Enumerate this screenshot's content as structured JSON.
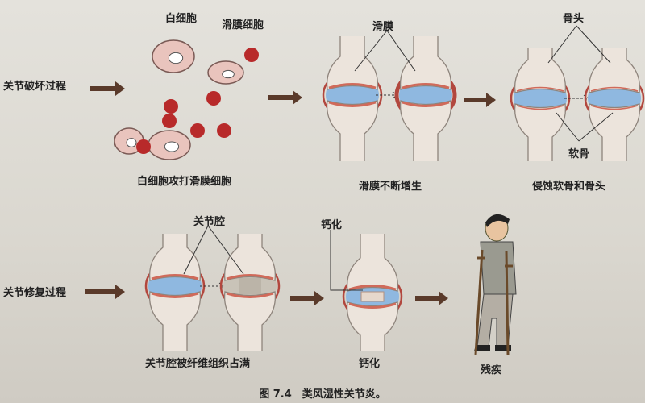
{
  "row1": {
    "process_label": "关节破坏过程",
    "wbc_label": "白细胞",
    "synovial_cell_label": "滑膜细胞",
    "step1_caption": "白细胞攻打滑膜细胞",
    "synovium_label": "滑膜",
    "step2_caption": "滑膜不断增生",
    "bone_label": "骨头",
    "cartilage_label": "软骨",
    "step3_caption": "侵蚀软骨和骨头"
  },
  "row2": {
    "process_label": "关节修复过程",
    "joint_cavity_label": "关节腔",
    "step1_caption": "关节腔被纤维组织占满",
    "calcification_label": "钙化",
    "step2_caption": "钙化",
    "step3_caption": "残疾"
  },
  "figure_caption": "图 7.4　类风湿性关节炎。",
  "colors": {
    "bone": "#ece4dc",
    "cartilage": "#8fb8e0",
    "synovium": "#b2473e",
    "cell": "#e9c4bd",
    "red_cell": "#b82a2a",
    "arrow": "#5a3a2a"
  }
}
